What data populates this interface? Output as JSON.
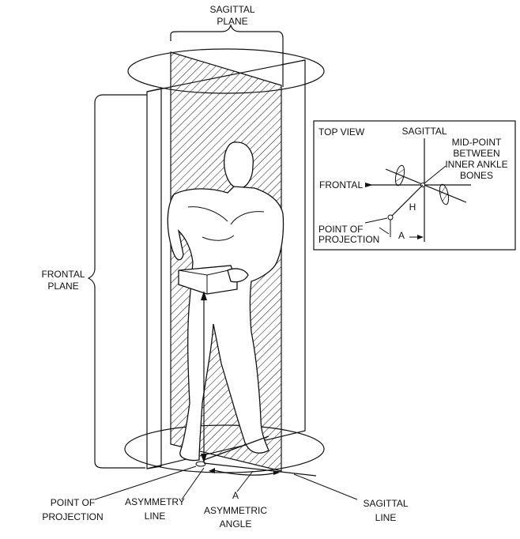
{
  "labels": {
    "sagittal_plane_1": "SAGITTAL",
    "sagittal_plane_2": "PLANE",
    "frontal_plane_1": "FRONTAL",
    "frontal_plane_2": "PLANE",
    "point_proj_1": "POINT OF",
    "point_proj_2": "PROJECTION",
    "asym_line_1": "ASYMMETRY",
    "asym_line_2": "LINE",
    "angle_a": "A",
    "asym_angle_1": "ASYMMETRIC",
    "asym_angle_2": "ANGLE",
    "sag_line_1": "SAGITTAL",
    "sag_line_2": "LINE"
  },
  "inset": {
    "top_view": "TOP VIEW",
    "sagittal": "SAGITTAL",
    "midpoint_1": "MID-POINT",
    "midpoint_2": "BETWEEN",
    "midpoint_3": "INNER ANKLE",
    "midpoint_4": "BONES",
    "frontal": "FRONTAL",
    "h": "H",
    "point_of": "POINT OF",
    "projection": "PROJECTION",
    "a": "A"
  },
  "colors": {
    "ink": "#111111",
    "background": "#ffffff"
  }
}
